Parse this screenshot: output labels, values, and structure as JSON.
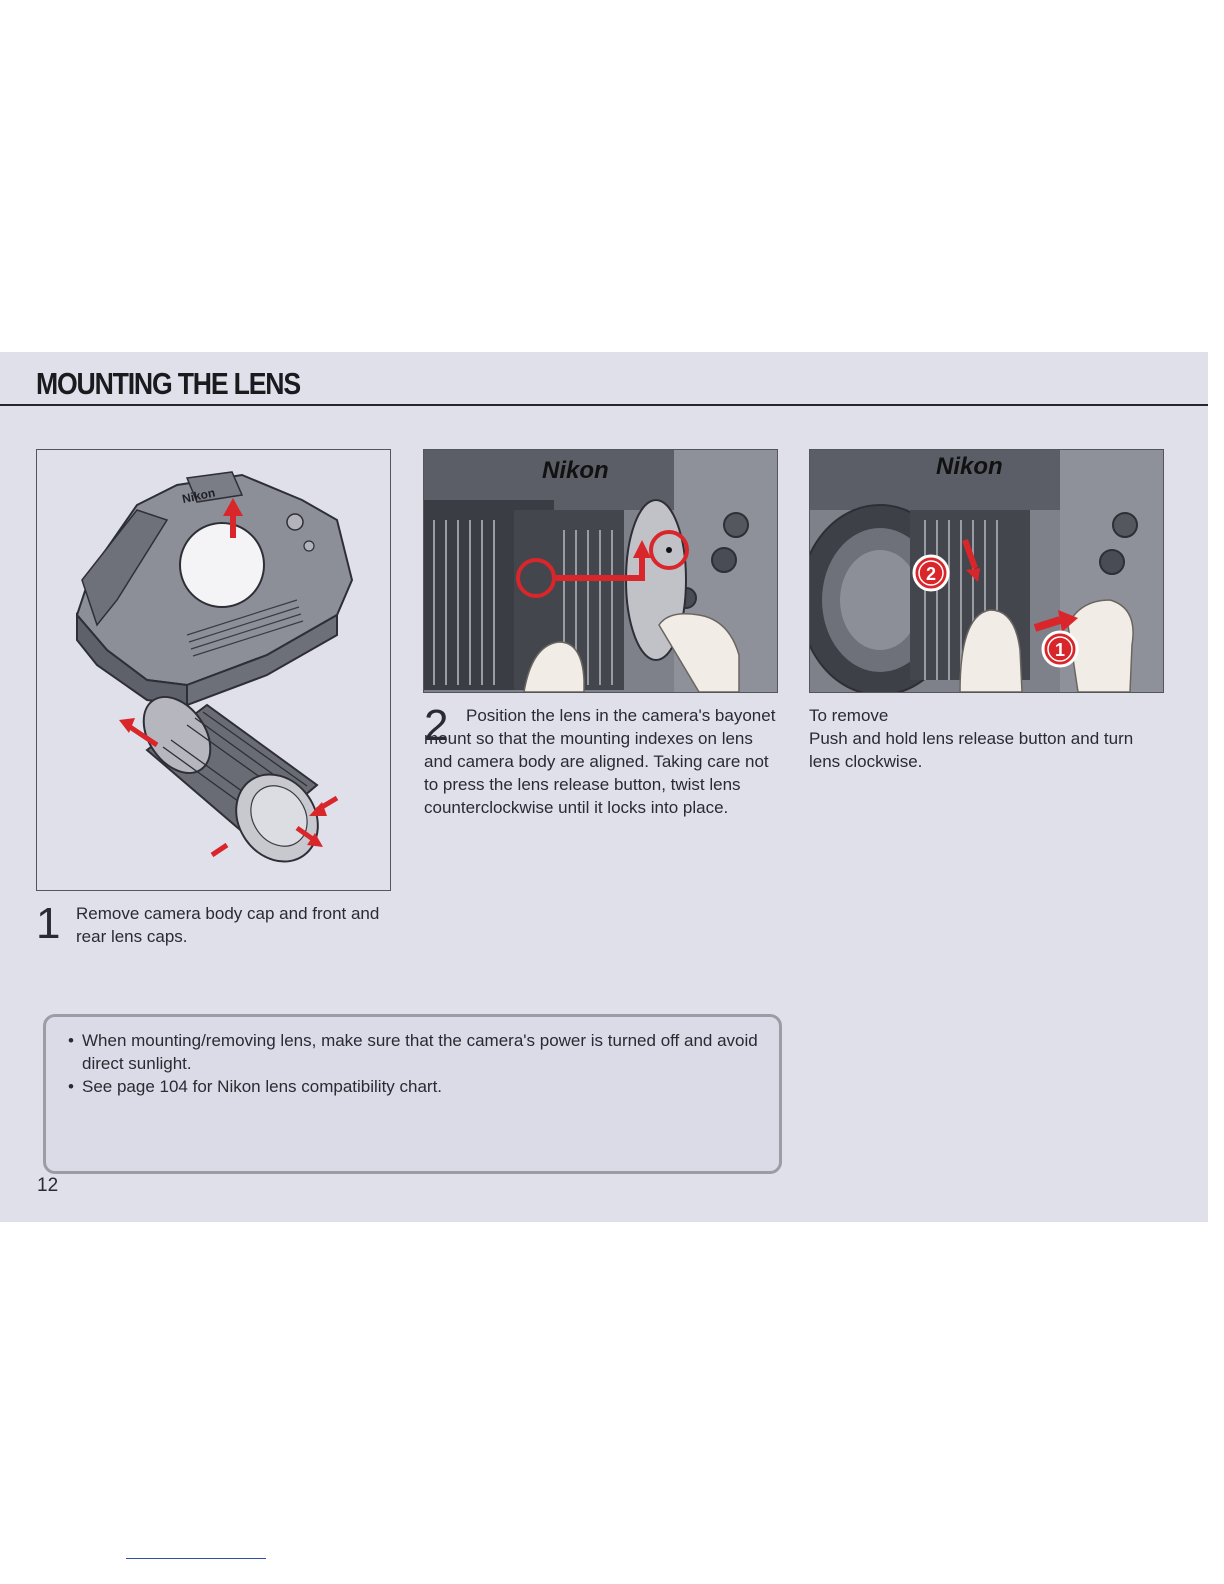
{
  "page": {
    "title": "MOUNTING THE LENS",
    "page_number": "12"
  },
  "figures": {
    "fig1_brand": "Nikon",
    "fig2_brand": "Nikon",
    "fig3_brand": "Nikon",
    "fig3_badge_1": "1",
    "fig3_badge_2": "2"
  },
  "steps": {
    "step1_number": "1",
    "step1_text": "Remove camera body cap and front and rear lens caps.",
    "step2_number": "2",
    "step2_text": "Position the lens in the camera's bayonet mount so that the mounting indexes on lens and camera body are aligned. Taking care not to press the lens release button, twist lens counterclockwise until it locks into place.",
    "remove_heading": "To remove",
    "remove_text": "Push and hold lens release button and turn lens clockwise."
  },
  "note": {
    "items": [
      "When mounting/removing lens, make sure that the camera's power is turned off and avoid direct sunlight.",
      "See page 104 for Nikon lens compatibility chart."
    ],
    "bullet": "•"
  },
  "colors": {
    "background": "#dfe0ea",
    "accent_red": "#d8262a"
  }
}
